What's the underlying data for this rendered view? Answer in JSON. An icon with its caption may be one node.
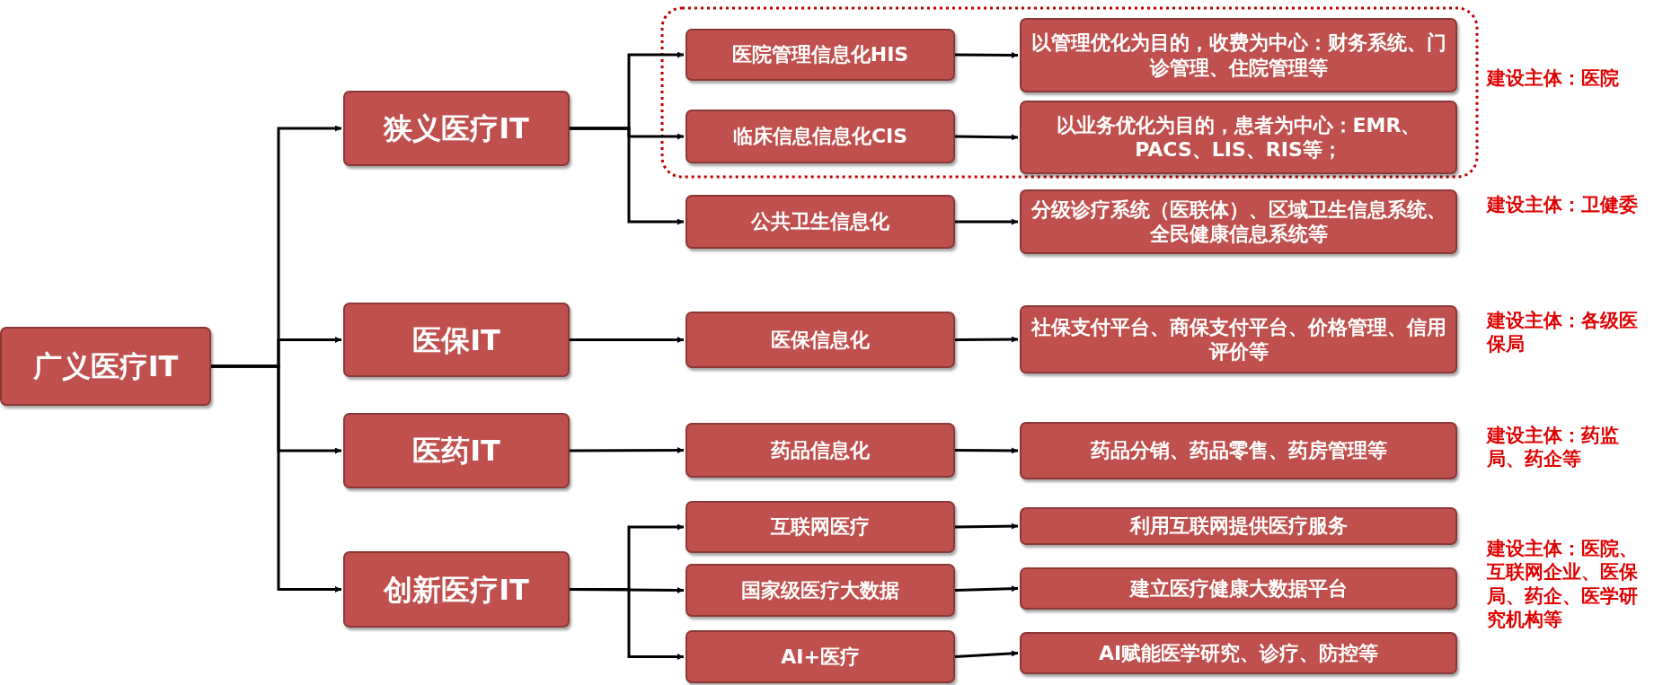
{
  "diagram": {
    "nodes": [
      {
        "text": [
          "广义医疗IT"
        ]
      },
      {
        "text": [
          "狭义医疗IT"
        ]
      },
      {
        "text": [
          "医保IT"
        ]
      },
      {
        "text": [
          "医药IT"
        ]
      },
      {
        "text": [
          "创新医疗IT"
        ]
      },
      {
        "text": [
          "医院管理信息化HIS"
        ]
      },
      {
        "text": [
          "临床信息信息化CIS"
        ]
      },
      {
        "text": [
          "公共卫生信息化"
        ]
      },
      {
        "text": [
          "医保信息化"
        ]
      },
      {
        "text": [
          "药品信息化"
        ]
      },
      {
        "text": [
          "互联网医疗"
        ]
      },
      {
        "text": [
          "国家级医疗大数据"
        ]
      },
      {
        "text": [
          "AI+医疗"
        ]
      },
      {
        "text": [
          "以管理优化为目的，收费为中心：财务系统、门诊管理、住院管理等"
        ]
      },
      {
        "text": [
          "以业务优化为目的，患者为中心：EMR、PACS、LIS、RIS等；"
        ]
      },
      {
        "text": [
          "分级诊疗系统（医联体）、区域卫生信息系统、全民健康信息系统等"
        ]
      },
      {
        "text": [
          "社保支付平台、商保支付平台、价格管理、信用评价等"
        ]
      },
      {
        "text": [
          "药品分销、药品零售、药房管理等"
        ]
      },
      {
        "text": [
          "利用互联网提供医疗服务"
        ]
      },
      {
        "text": [
          "建立医疗健康大数据平台"
        ]
      },
      {
        "text": [
          "AI赋能医学研究、诊疗、防控等"
        ]
      }
    ],
    "edges": [
      {
        "from": 0,
        "to": 1,
        "arrow": "to"
      },
      {
        "from": 0,
        "to": 2,
        "arrow": "to"
      },
      {
        "from": 0,
        "to": 3,
        "arrow": "to"
      },
      {
        "from": 0,
        "to": 4,
        "arrow": "to"
      },
      {
        "from": 1,
        "to": 5,
        "arrow": "to"
      },
      {
        "from": 1,
        "to": 6,
        "arrow": "to"
      },
      {
        "from": 1,
        "to": 7,
        "arrow": "to"
      },
      {
        "from": 2,
        "to": 8,
        "arrow": "to"
      },
      {
        "from": 3,
        "to": 9,
        "arrow": "to"
      },
      {
        "from": 4,
        "to": 10,
        "arrow": "to"
      },
      {
        "from": 4,
        "to": 11,
        "arrow": "to"
      },
      {
        "from": 4,
        "to": 12,
        "arrow": "to"
      },
      {
        "from": 5,
        "to": 13,
        "arrow": "to"
      },
      {
        "from": 6,
        "to": 14,
        "arrow": "to"
      },
      {
        "from": 7,
        "to": 15,
        "arrow": "to"
      },
      {
        "from": 8,
        "to": 16,
        "arrow": "to"
      },
      {
        "from": 9,
        "to": 17,
        "arrow": "to"
      },
      {
        "from": 10,
        "to": 18,
        "arrow": "to"
      },
      {
        "from": 11,
        "to": 19,
        "arrow": "to"
      },
      {
        "from": 12,
        "to": 20,
        "arrow": "to"
      }
    ],
    "labels": [
      "建设主体：医院",
      "建设主体：卫健委",
      "建设主体：各级医保局",
      "建设主体：药监局、药企等",
      "建设主体：医院、互联网企业、医保局、药企、医学研究机构等"
    ]
  }
}
